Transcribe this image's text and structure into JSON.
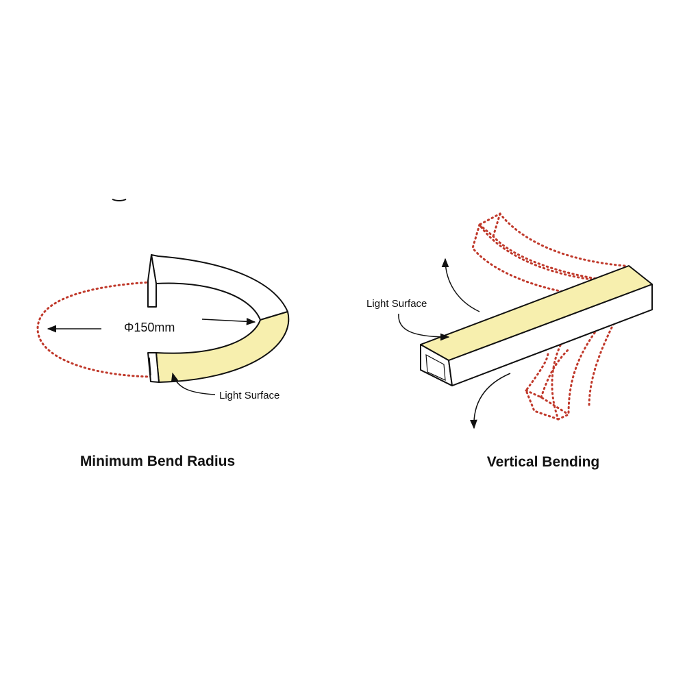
{
  "colors": {
    "light_surface": "#f7efae",
    "dotted_outline": "#c0392b",
    "line": "#111111"
  },
  "left_figure": {
    "dimension_label": "Φ150mm",
    "surface_label": "Light Surface",
    "caption": "Minimum Bend Radius"
  },
  "right_figure": {
    "surface_label": "Light Surface",
    "caption": "Vertical Bending"
  }
}
